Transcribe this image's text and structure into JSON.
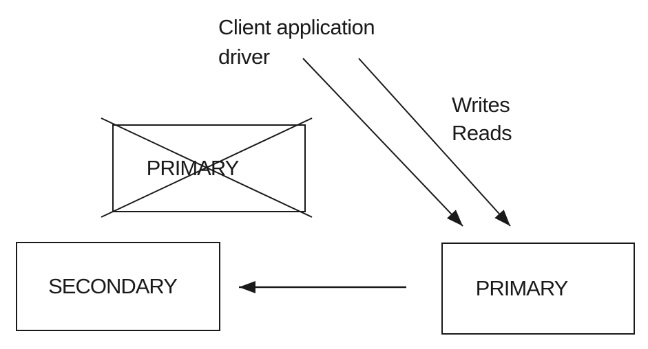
{
  "diagram": {
    "client_label": {
      "line1": "Client application",
      "line2": "driver"
    },
    "traffic_label": {
      "line1": "Writes",
      "line2": "Reads"
    },
    "nodes": {
      "failed_primary": {
        "label": "PRIMARY",
        "status": "crossed-out"
      },
      "secondary": {
        "label": "SECONDARY"
      },
      "new_primary": {
        "label": "PRIMARY"
      }
    },
    "arrows": [
      {
        "name": "writes-arrow",
        "from": "client-application-driver",
        "to": "new-primary"
      },
      {
        "name": "reads-arrow",
        "from": "client-application-driver",
        "to": "new-primary"
      },
      {
        "name": "replication-arrow",
        "from": "new-primary",
        "to": "secondary"
      }
    ],
    "colors": {
      "ink": "#1a1a1a",
      "background": "#ffffff"
    }
  }
}
